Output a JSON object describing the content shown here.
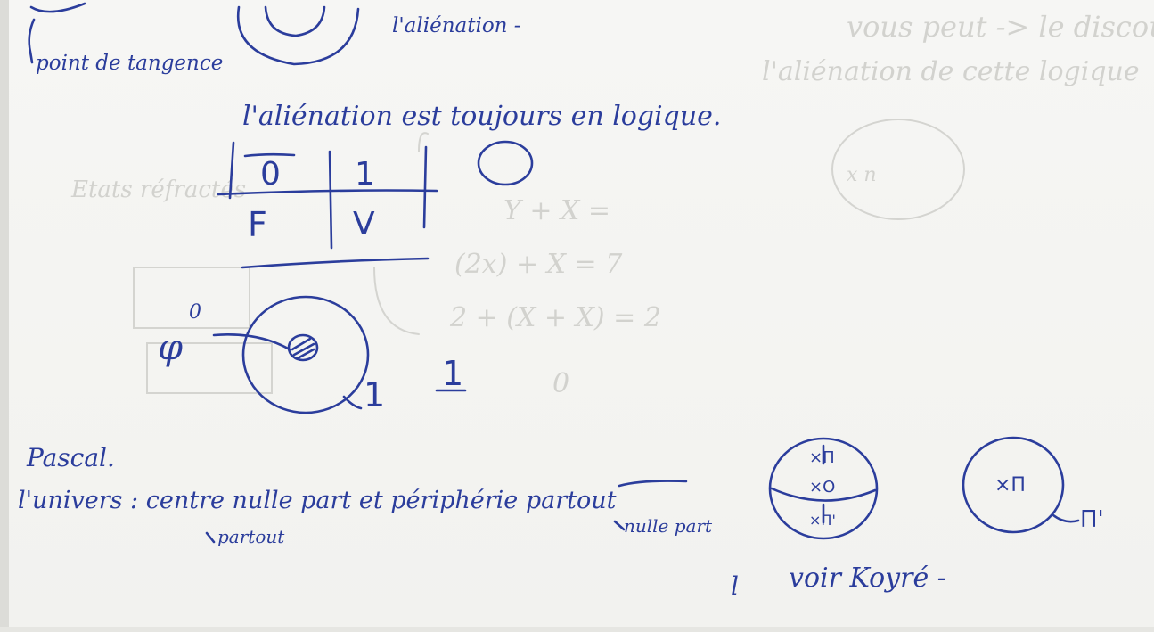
{
  "notes": {
    "point_de_tangence": "point de tangence",
    "alienation_top": "l'aliénation -",
    "alienation_logique": "l'aliénation est toujours en logique.",
    "table": {
      "header": [
        "0",
        "1"
      ],
      "row": [
        "F",
        "V"
      ]
    },
    "circle_zero": "0",
    "phi": "φ",
    "phi_exponent": "0",
    "one_a": "1",
    "one_b": "1",
    "pascal": "Pascal.",
    "univers": "l'univers : centre nulle part et périphérie partout",
    "partout_under": "partout",
    "nulle_part_under": "nulle part",
    "sphere_top": "×Π",
    "sphere_mid": "×O",
    "sphere_bot": "×Π'",
    "circle_pi": "×Π",
    "pi_prime": "Π'",
    "l_letter": "l",
    "voir_koyre": "voir Koyré -"
  },
  "bleed_through": {
    "top_right": "vous peut -> le discours de",
    "top_right_2": "l'aliénation de cette logique",
    "mid_label": "Etats réfractés",
    "eq1": "Y + X =",
    "eq2": "(2x) + X = 7",
    "eq3": "2 + (X + X) = 2",
    "eq4": "0",
    "circle_label": "x n"
  }
}
